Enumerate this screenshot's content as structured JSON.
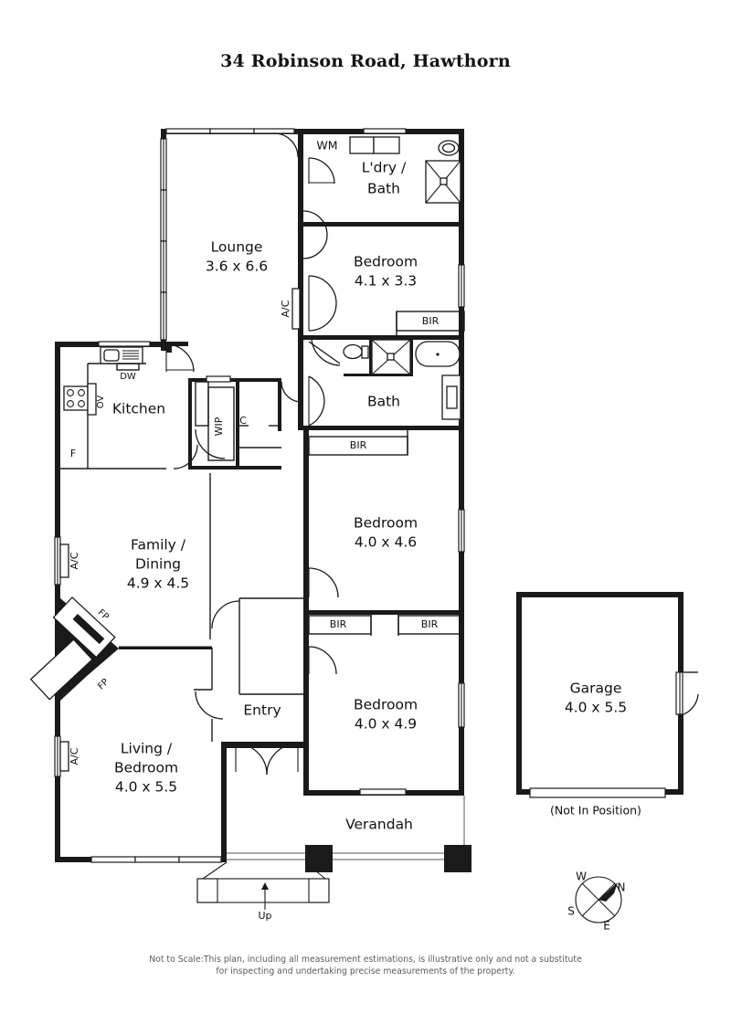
{
  "document": {
    "title": "34 Robinson Road, Hawthorn",
    "disclaimer_line1": "Not to Scale:This plan, including all measurement estimations, is illustrative only and not a substitute",
    "disclaimer_line2": "for inspecting and undertaking precise measurements of the property."
  },
  "rooms": [
    {
      "id": "lounge",
      "name": "Lounge",
      "dimensions": "3.6 x 6.6"
    },
    {
      "id": "laundry-bath",
      "name_line1": "L'dry /",
      "name_line2": "Bath"
    },
    {
      "id": "bedroom-1",
      "name": "Bedroom",
      "dimensions": "4.1 x 3.3"
    },
    {
      "id": "bath",
      "name": "Bath"
    },
    {
      "id": "kitchen",
      "name": "Kitchen"
    },
    {
      "id": "family-dining",
      "name_line1": "Family /",
      "name_line2": "Dining",
      "dimensions": "4.9 x 4.5"
    },
    {
      "id": "bedroom-2",
      "name": "Bedroom",
      "dimensions": "4.0 x 4.6"
    },
    {
      "id": "bedroom-3",
      "name": "Bedroom",
      "dimensions": "4.0 x 4.9"
    },
    {
      "id": "living-bedroom",
      "name_line1": "Living /",
      "name_line2": "Bedroom",
      "dimensions": "4.0 x 5.5"
    },
    {
      "id": "entry",
      "name": "Entry"
    },
    {
      "id": "verandah",
      "name": "Verandah"
    },
    {
      "id": "garage",
      "name": "Garage",
      "dimensions": "4.0 x 5.5",
      "note": "(Not In Position)"
    }
  ],
  "annotations": {
    "wm": "WM",
    "dw": "DW",
    "ov": "OV",
    "f": "F",
    "wip": "WIP",
    "c": "C",
    "bir": "BIR",
    "ac": "A/C",
    "fp": "FP",
    "up": "Up"
  },
  "builtin_robes": [
    {
      "id": "bir-bedroom1",
      "label": "BIR"
    },
    {
      "id": "bir-bedroom2-top",
      "label": "BIR"
    },
    {
      "id": "bir-bedroom2-bot-l",
      "label": "BIR"
    },
    {
      "id": "bir-bedroom2-bot-r",
      "label": "BIR"
    }
  ],
  "air_conditioners": [
    {
      "id": "ac-lounge",
      "label": "A/C"
    },
    {
      "id": "ac-family-dining",
      "label": "A/C"
    },
    {
      "id": "ac-living-bedroom",
      "label": "A/C"
    }
  ],
  "fireplaces": [
    {
      "id": "fp-upper",
      "label": "FP"
    },
    {
      "id": "fp-lower",
      "label": "FP"
    }
  ],
  "compass": {
    "north": "N",
    "south": "S",
    "east": "E",
    "west": "W"
  },
  "colors": {
    "wall": "#1a1a1a",
    "background": "#ffffff",
    "text": "#111111",
    "footer_text": "#5b5b5b"
  }
}
